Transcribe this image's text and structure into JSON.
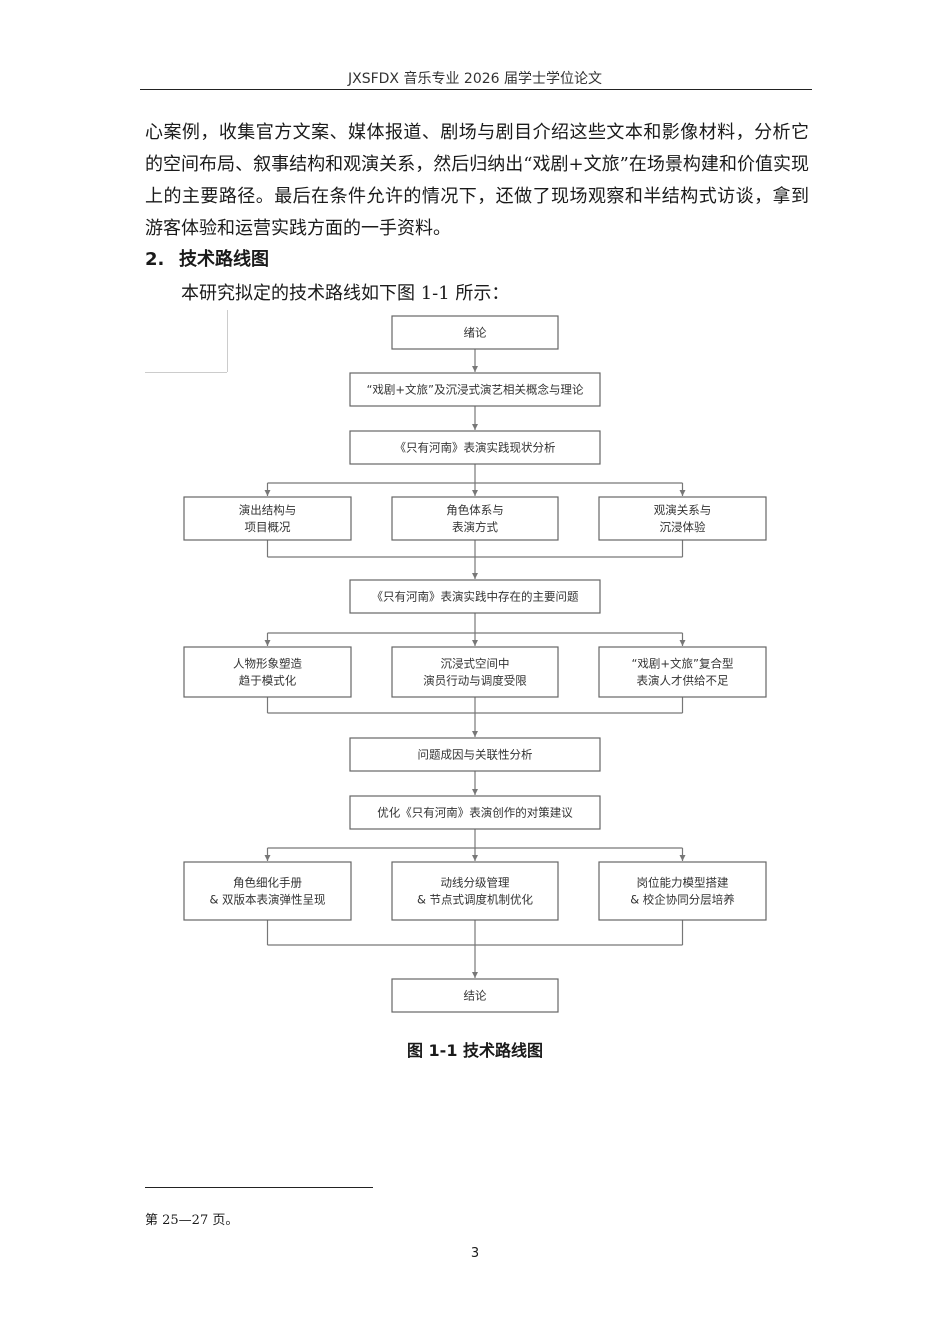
{
  "header": {
    "title": "JXSFDX 音乐专业 2026 届学士学位论文"
  },
  "body": {
    "paragraph": "心案例，收集官方文案、媒体报道、剧场与剧目介绍这些文本和影像材料，分析它的空间布局、叙事结构和观演关系，然后归纳出“戏剧+文旅”在场景构建和价值实现上的主要路径。最后在条件允许的情况下，还做了现场观察和半结构式访谈，拿到游客体验和运营实践方面的一手资料。"
  },
  "section": {
    "number": "2.",
    "title": "技术路线图"
  },
  "intro": "本研究拟定的技术路线如下图 1-1 所示：",
  "flowchart": {
    "nodes": [
      {
        "id": "intro",
        "lines": [
          "绪论"
        ]
      },
      {
        "id": "theory",
        "lines": [
          "“戏剧+文旅”及沉浸式演艺相关概念与理论"
        ]
      },
      {
        "id": "status",
        "lines": [
          "《只有河南》表演实践现状分析"
        ]
      },
      {
        "id": "a1",
        "lines": [
          "演出结构与",
          "项目概况"
        ]
      },
      {
        "id": "a2",
        "lines": [
          "角色体系与",
          "表演方式"
        ]
      },
      {
        "id": "a3",
        "lines": [
          "观演关系与",
          "沉浸体验"
        ]
      },
      {
        "id": "problems",
        "lines": [
          "《只有河南》表演实践中存在的主要问题"
        ]
      },
      {
        "id": "b1",
        "lines": [
          "人物形象塑造",
          "趋于模式化"
        ]
      },
      {
        "id": "b2",
        "lines": [
          "沉浸式空间中",
          "演员行动与调度受限"
        ]
      },
      {
        "id": "b3",
        "lines": [
          "“戏剧+文旅”复合型",
          "表演人才供给不足"
        ]
      },
      {
        "id": "causes",
        "lines": [
          "问题成因与关联性分析"
        ]
      },
      {
        "id": "suggest",
        "lines": [
          "优化《只有河南》表演创作的对策建议"
        ]
      },
      {
        "id": "c1",
        "lines": [
          "角色细化手册",
          "& 双版本表演弹性呈现"
        ]
      },
      {
        "id": "c2",
        "lines": [
          "动线分级管理",
          "& 节点式调度机制优化"
        ]
      },
      {
        "id": "c3",
        "lines": [
          "岗位能力模型搭建",
          "& 校企协同分层培养"
        ]
      },
      {
        "id": "conclusion",
        "lines": [
          "结论"
        ]
      }
    ]
  },
  "caption": "图 1-1  技术路线图",
  "footnote": "第 25—27 页。",
  "page_number": "3"
}
